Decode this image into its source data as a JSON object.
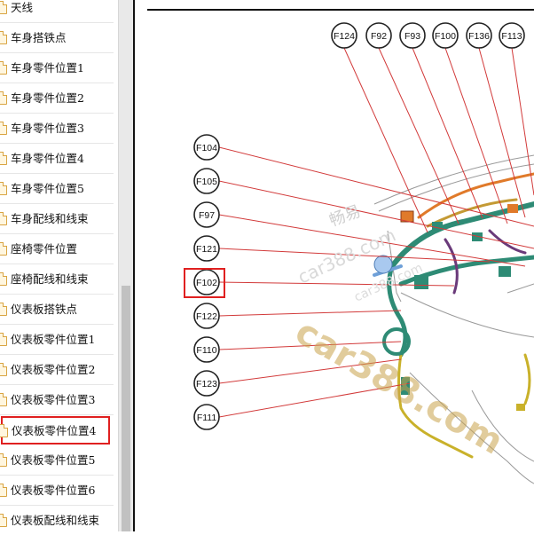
{
  "sidebar": {
    "items": [
      {
        "label": "天线",
        "highlighted": false
      },
      {
        "label": "车身搭铁点",
        "highlighted": false
      },
      {
        "label": "车身零件位置1",
        "highlighted": false
      },
      {
        "label": "车身零件位置2",
        "highlighted": false
      },
      {
        "label": "车身零件位置3",
        "highlighted": false
      },
      {
        "label": "车身零件位置4",
        "highlighted": false
      },
      {
        "label": "车身零件位置5",
        "highlighted": false
      },
      {
        "label": "车身配线和线束",
        "highlighted": false
      },
      {
        "label": "座椅零件位置",
        "highlighted": false
      },
      {
        "label": "座椅配线和线束",
        "highlighted": false
      },
      {
        "label": "仪表板搭铁点",
        "highlighted": false
      },
      {
        "label": "仪表板零件位置1",
        "highlighted": false
      },
      {
        "label": "仪表板零件位置2",
        "highlighted": false
      },
      {
        "label": "仪表板零件位置3",
        "highlighted": false
      },
      {
        "label": "仪表板零件位置4",
        "highlighted": true
      },
      {
        "label": "仪表板零件位置5",
        "highlighted": false
      },
      {
        "label": "仪表板零件位置6",
        "highlighted": false
      },
      {
        "label": "仪表板配线和线束",
        "highlighted": false
      }
    ]
  },
  "diagram": {
    "top_callouts": [
      "F124",
      "F92",
      "F93",
      "F100",
      "F136",
      "F113"
    ],
    "left_callouts": [
      "F104",
      "F105",
      "F97",
      "F121",
      "F102",
      "F122",
      "F110",
      "F123",
      "F111"
    ],
    "highlighted_callout": "F102",
    "watermarks": [
      "畅易",
      "car388.com",
      "car388.com",
      "car388.com"
    ]
  },
  "colors": {
    "highlight": "#e02020",
    "leader_line": "#d23a3a",
    "harness_green": "#2e8b75",
    "harness_orange": "#e07a2a",
    "watermark": "#c9a34a"
  }
}
